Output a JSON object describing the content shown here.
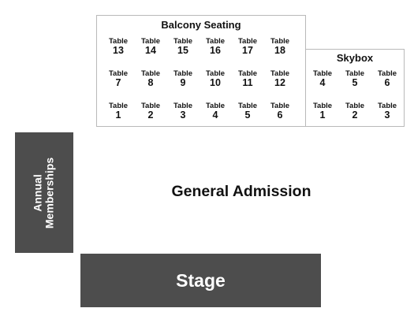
{
  "balcony": {
    "title": "Balcony Seating",
    "rows": [
      [
        {
          "word": "Table",
          "num": "13"
        },
        {
          "word": "Table",
          "num": "14"
        },
        {
          "word": "Table",
          "num": "15"
        },
        {
          "word": "Table",
          "num": "16"
        },
        {
          "word": "Table",
          "num": "17"
        },
        {
          "word": "Table",
          "num": "18"
        }
      ],
      [
        {
          "word": "Table",
          "num": "7"
        },
        {
          "word": "Table",
          "num": "8"
        },
        {
          "word": "Table",
          "num": "9"
        },
        {
          "word": "Table",
          "num": "10"
        },
        {
          "word": "Table",
          "num": "11"
        },
        {
          "word": "Table",
          "num": "12"
        }
      ],
      [
        {
          "word": "Table",
          "num": "1"
        },
        {
          "word": "Table",
          "num": "2"
        },
        {
          "word": "Table",
          "num": "3"
        },
        {
          "word": "Table",
          "num": "4"
        },
        {
          "word": "Table",
          "num": "5"
        },
        {
          "word": "Table",
          "num": "6"
        }
      ]
    ]
  },
  "skybox": {
    "title": "Skybox",
    "rows": [
      [
        {
          "word": "Table",
          "num": "4"
        },
        {
          "word": "Table",
          "num": "5"
        },
        {
          "word": "Table",
          "num": "6"
        }
      ],
      [
        {
          "word": "Table",
          "num": "1"
        },
        {
          "word": "Table",
          "num": "2"
        },
        {
          "word": "Table",
          "num": "3"
        }
      ]
    ]
  },
  "memberships": {
    "line1": "Annual",
    "line2": "Memberships"
  },
  "general_admission": {
    "label": "General Admission"
  },
  "stage": {
    "label": "Stage"
  },
  "colors": {
    "block_fill": "#4d4d4d",
    "section_border": "#b9b9b9",
    "text": "#111111"
  }
}
